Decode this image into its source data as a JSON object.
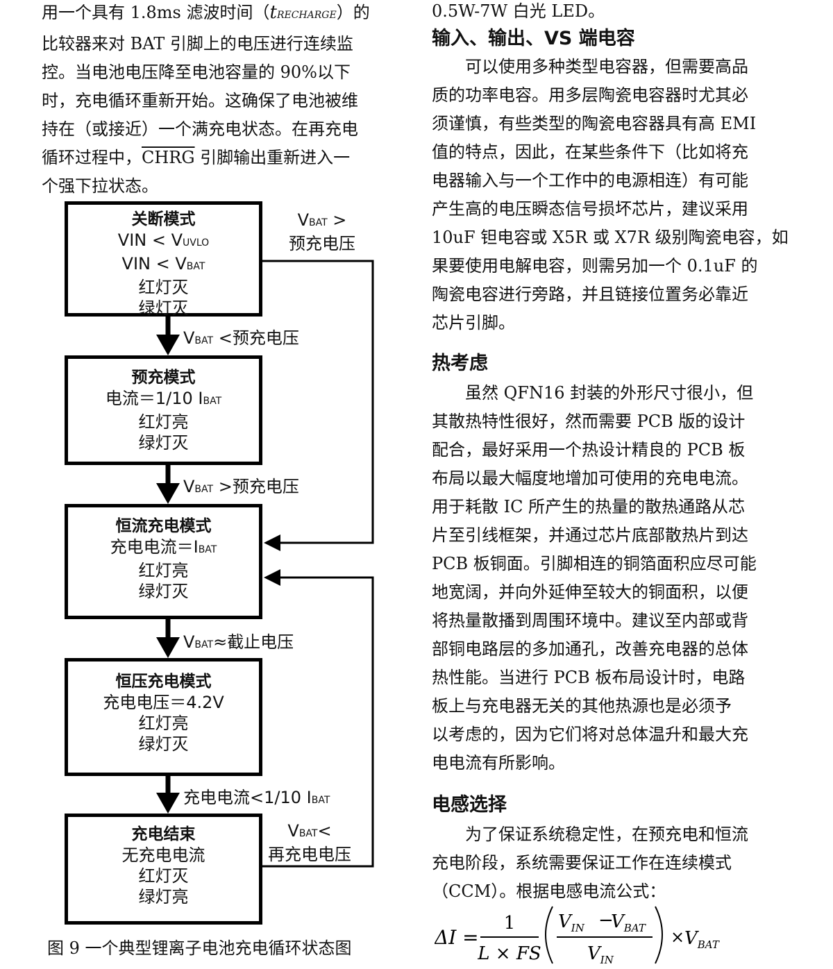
{
  "left": {
    "para_lines": [
      "用一个具有 1.8ms 滤波时间（",
      "比较器来对 BAT 引脚上的电压进行连续监",
      "控。当电池电压降至电池容量的 90%以下",
      "时，充电循环重新开始。这确保了电池被维",
      "持在（或接近）一个满充电状态。在再充电",
      "循环过程中，",
      "个强下拉状态。"
    ],
    "t_sym": "t",
    "t_sub": "RECHARGE",
    "line1_tail": "）的",
    "chrg": "CHRG",
    "line6_tail": " 引脚输出重新进入一"
  },
  "diagram": {
    "boxes": [
      {
        "title": "关断模式",
        "lines": [
          "红灯灭",
          "绿灯灭"
        ]
      },
      {
        "title": "预充模式",
        "lines": [
          "红灯亮",
          "绿灯灭"
        ]
      },
      {
        "title": "恒流充电模式",
        "lines": [
          "红灯亮",
          "绿灯灭"
        ]
      },
      {
        "title": "恒压充电模式",
        "lines": [
          "充电电压＝4.2V",
          "红灯亮",
          "绿灯灭"
        ]
      },
      {
        "title": "充电结束",
        "lines": [
          "无充电电流",
          "红灯灭",
          "绿灯亮"
        ]
      }
    ],
    "vin": "VIN <",
    "v": "V",
    "uvlo": "UVLO",
    "bat": "BAT",
    "i": "I",
    "precharge_current": "电流＝1/10 ",
    "cc_current": "充电电流＝",
    "labels": {
      "a1_tail": " <预充电压",
      "a2_tail": " >预充电压",
      "a3_tail": "≈截止电压",
      "a4": "充电电流<1/10 ",
      "side_top_1_tail": " >",
      "side_top_2": "预充电压",
      "side_bot_1_tail": "<",
      "side_bot_2": "再充电电压"
    },
    "caption": "图 9 一个典型锂离子电池充电循环状态图"
  },
  "right": {
    "top_line": "0.5W-7W 白光 LED。",
    "s1_title": "输入、输出、VS 端电容",
    "s1_lines": [
      "可以使用多种类型电容器，但需要高品",
      "质的功率电容。用多层陶瓷电容器时尤其必",
      "须谨慎，有些类型的陶瓷电容器具有高 EMI",
      "值的特点，因此，在某些条件下（比如将充",
      "电器输入与一个工作中的电源相连）有可能",
      "产生高的电压瞬态信号损坏芯片，建议采用",
      "10uF 钽电容或 X5R 或 X7R 级别陶瓷电容，如",
      "果要使用电解电容，则需另加一个 0.1uF 的",
      "陶瓷电容进行旁路，并且链接位置务必靠近",
      "芯片引脚。"
    ],
    "s2_title": "热考虑",
    "s2_lines": [
      "虽然 QFN16 封装的外形尺寸很小，但",
      "其散热特性很好，然而需要 PCB 版的设计",
      "配合，最好采用一个热设计精良的 PCB 板",
      "布局以最大幅度地增加可使用的充电电流。",
      "用于耗散 IC 所产生的热量的散热通路从芯",
      "片至引线框架，并通过芯片底部散热片到达",
      "PCB 板铜面。引脚相连的铜箔面积应尽可能",
      "地宽阔，并向外延伸至较大的铜面积，以便",
      "将热量散播到周围环境中。建议至内部或背",
      "部铜电路层的多加通孔，改善充电器的总体",
      "热性能。当进行 PCB 板布局设计时，电路",
      "板上与充电器无关的其他热源也是必须予",
      "以考虑的，因为它们将对总体温升和最大充",
      "电电流有所影响。"
    ],
    "s3_title": "电感选择",
    "s3_lines": [
      "为了保证系统稳定性，在预充电和恒流",
      "充电阶段，系统需要保证工作在连续模式",
      "（CCM）。根据电感电流公式："
    ]
  },
  "formula": {
    "lhs": "ΔI =",
    "num": "1",
    "den": "L × FS",
    "vin_sym": "V",
    "vin_sub": "IN",
    "minus": "−",
    "vbat_sym": "V",
    "vbat_sub": "BAT",
    "times": "×"
  }
}
